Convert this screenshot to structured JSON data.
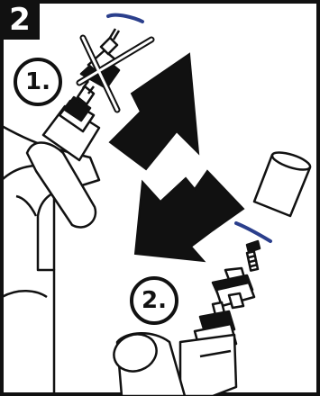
{
  "step": {
    "number": "2"
  },
  "labels": {
    "step1": "1.",
    "step2": "2."
  },
  "colors": {
    "accent_blue": "#2b3f8c",
    "ink": "#111111",
    "background": "#ffffff"
  }
}
